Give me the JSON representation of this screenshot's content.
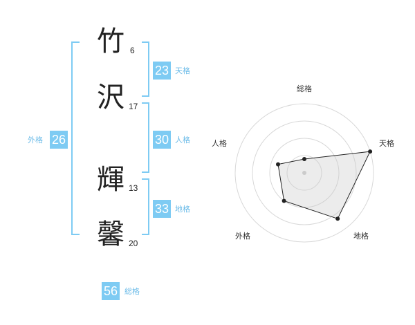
{
  "name_chars": [
    {
      "char": "竹",
      "strokes": "6"
    },
    {
      "char": "沢",
      "strokes": "17"
    },
    {
      "char": "輝",
      "strokes": "13"
    },
    {
      "char": "馨",
      "strokes": "20"
    }
  ],
  "fortunes": {
    "tenkaku": {
      "value": "23",
      "label": "天格"
    },
    "jinkaku": {
      "value": "30",
      "label": "人格"
    },
    "chikaku": {
      "value": "33",
      "label": "地格"
    },
    "gaikaku": {
      "value": "26",
      "label": "外格"
    },
    "soukaku": {
      "value": "56",
      "label": "総格"
    }
  },
  "colors": {
    "accent": "#7ecbf3",
    "accent_text": "#6bbbe8",
    "bracket": "#7ecbf3"
  },
  "chart_data": {
    "type": "radar",
    "axes": [
      "総格",
      "天格",
      "地格",
      "外格",
      "人格"
    ],
    "rings": 4,
    "series": [
      {
        "values": [
          0.2,
          1.0,
          0.82,
          0.5,
          0.4
        ]
      }
    ]
  }
}
